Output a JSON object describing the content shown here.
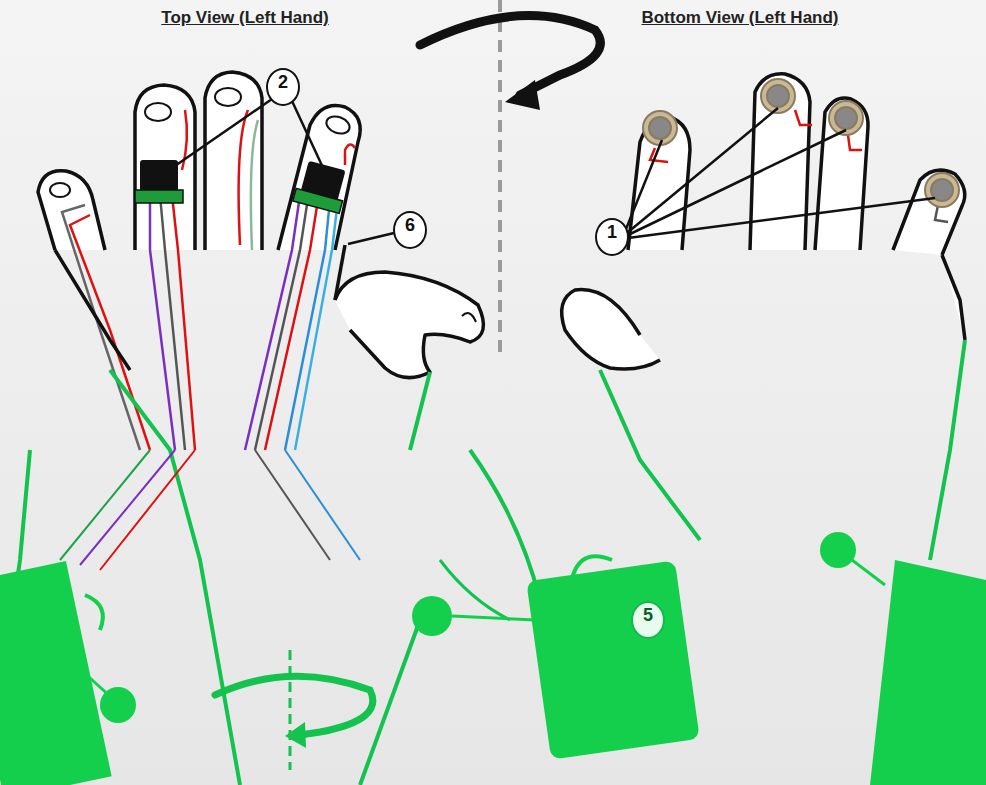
{
  "diagram": {
    "labels": [
      "Top View (Left Hand)",
      "Bottom View (Left Hand)",
      "2",
      "6",
      "1",
      "5"
    ]
  }
}
